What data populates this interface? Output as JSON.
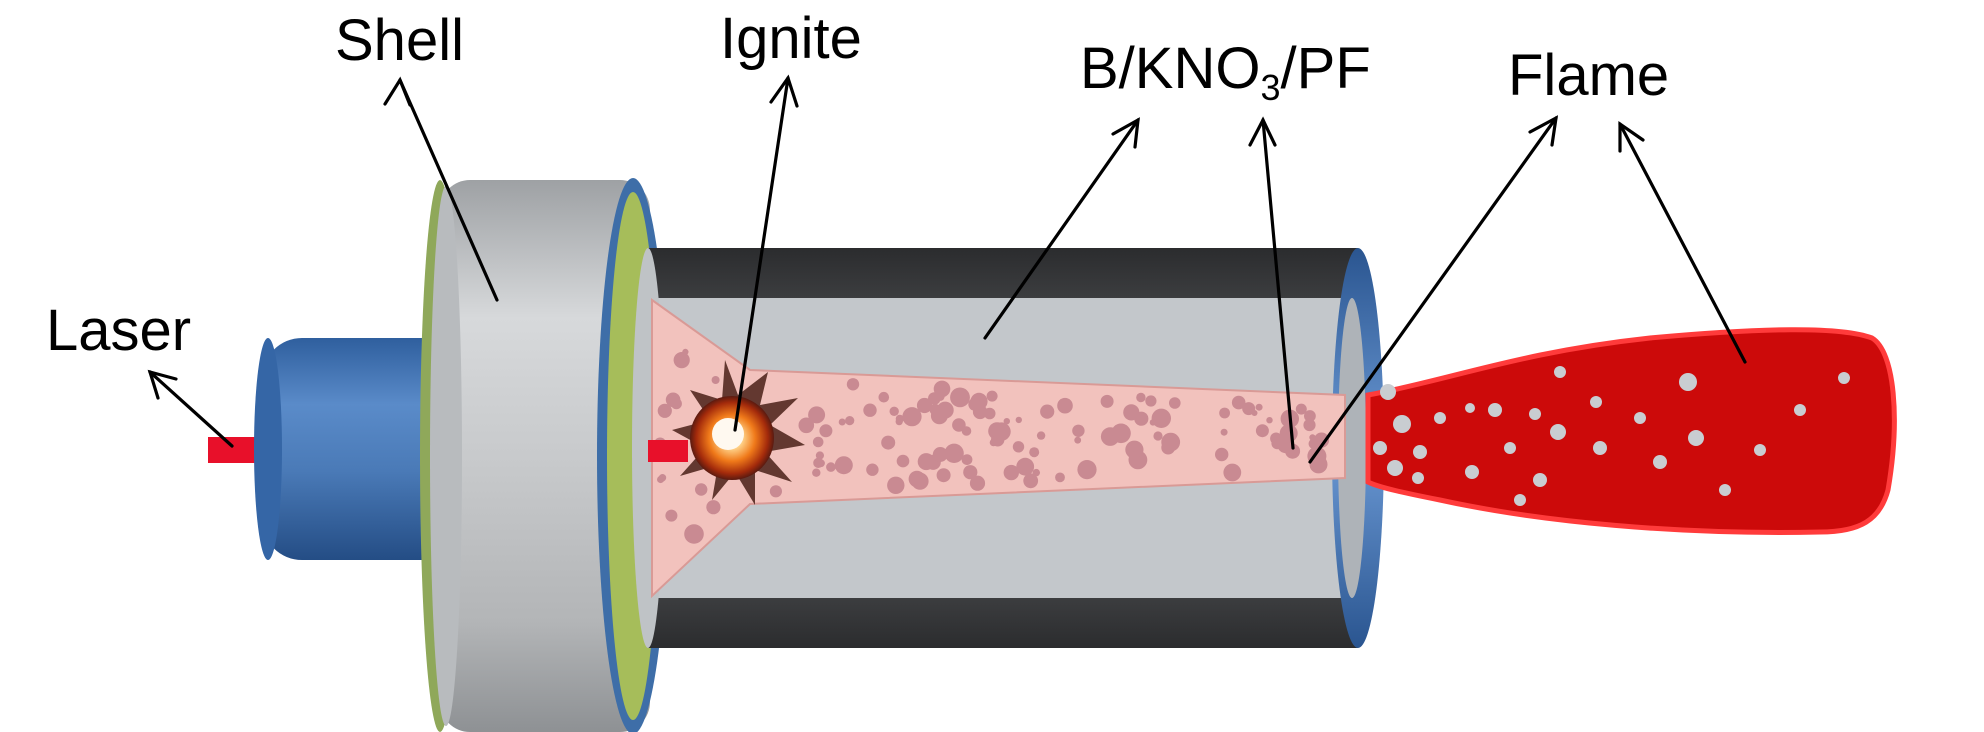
{
  "labels": {
    "shell": "Shell",
    "ignite": "Ignite",
    "propellant_main": "B/KNO",
    "propellant_sub": "3",
    "propellant_tail": "/PF",
    "flame": "Flame",
    "laser": "Laser"
  },
  "colors": {
    "laser": "#e8102a",
    "flame": "#cc0a0a",
    "flame_edge": "#ff3b3b",
    "shell_gray": "#c4c6c8",
    "steel_blue": "#4f81bd",
    "olive_ring": "#a6bd5a",
    "tube_dark": "#3f4042",
    "propellant": "#f2c2bd",
    "particle": "#c98a92"
  }
}
